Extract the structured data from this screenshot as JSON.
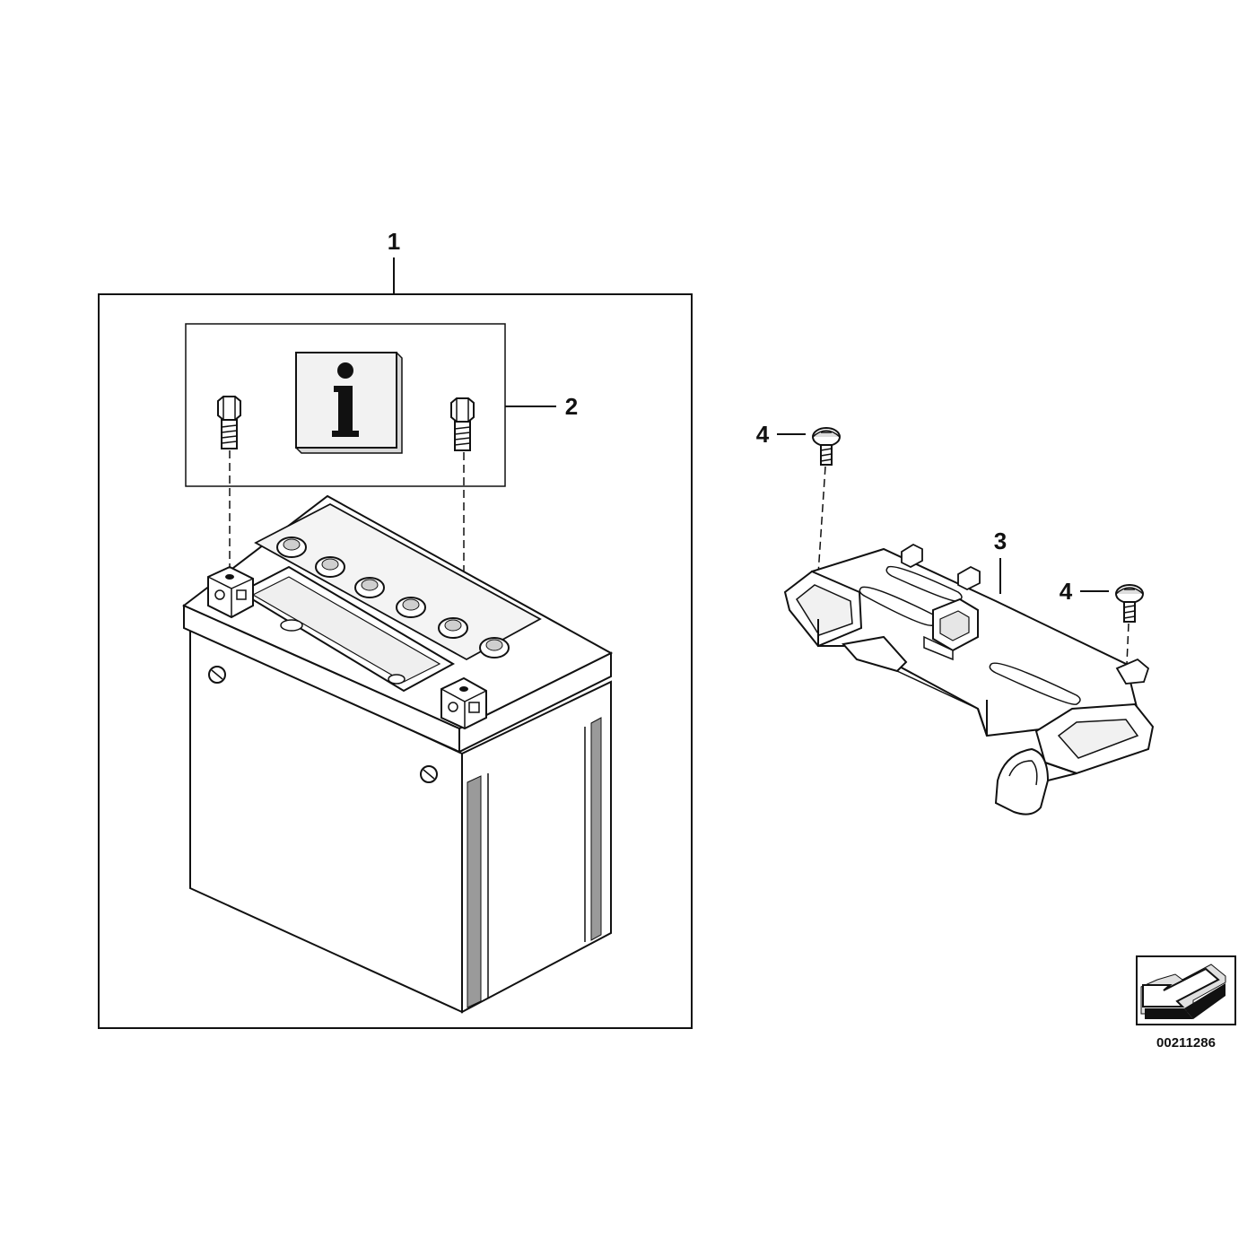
{
  "callouts": {
    "battery": "1",
    "info_kit": "2",
    "bracket": "3",
    "screw_top": "4",
    "screw_right": "4"
  },
  "drawing_number": "00211286",
  "icons": {
    "info": "info-icon",
    "arrow": "direction-arrow-icon"
  },
  "colors": {
    "line": "#111111",
    "background": "#ffffff"
  }
}
